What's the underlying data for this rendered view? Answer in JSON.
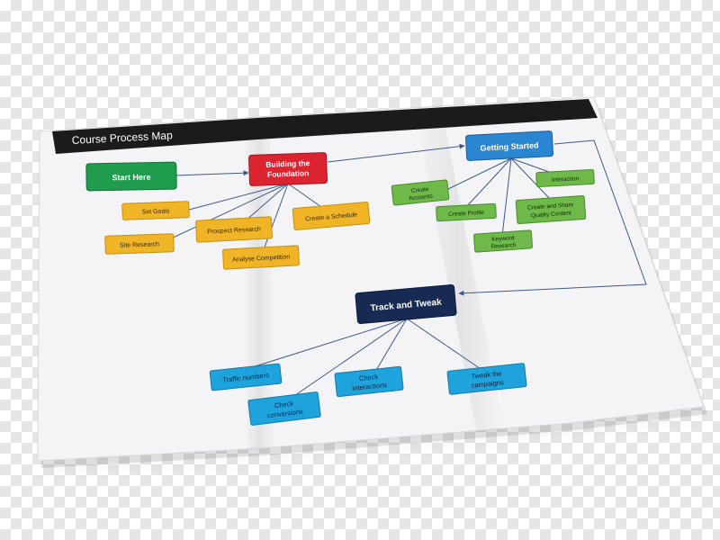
{
  "title": "Course Process Map",
  "colors": {
    "paper": "#f4f4f6",
    "header_bar": "#1b1b1b",
    "connector": "#3c5a8c",
    "green": "#1f9c4e",
    "red": "#dc2430",
    "blue": "#2a86d1",
    "orange": "#f0b526",
    "light_green": "#6fb94a",
    "navy": "#162a54",
    "cyan": "#1fa3dc"
  },
  "nodes": {
    "start_here": "Start Here",
    "building_foundation": [
      "Building the",
      "Foundation"
    ],
    "getting_started": "Getting Started",
    "track_and_tweak": "Track and Tweak",
    "set_goals": "Set Goals",
    "site_research": "Site Research",
    "prospect_research": "Prospect Research",
    "analyse_competition": "Analyse Competition",
    "create_schedule": "Create a Schedule",
    "create_accounts": [
      "Create",
      "Accounts"
    ],
    "create_profile": "Create Profile",
    "keyword_research": [
      "Keyword",
      "Research"
    ],
    "create_share": [
      "Create and Share",
      "Quality Content"
    ],
    "interaction": "Interaction",
    "traffic_numbers": "Traffic numbers",
    "check_conversions": [
      "Check",
      "conversions"
    ],
    "check_interactions": [
      "Check",
      "Interactions"
    ],
    "tweak_campaigns": [
      "Tweak the",
      "campaigns"
    ]
  }
}
